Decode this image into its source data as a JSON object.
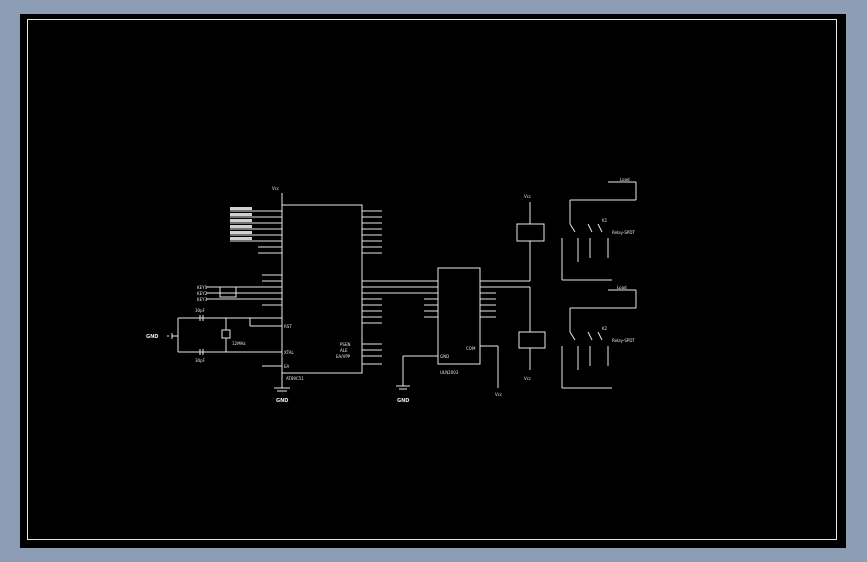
{
  "labels": {
    "vcc_mcu": "Vcc",
    "vcc_relay1": "Vcc",
    "vcc_relay2": "Vcc",
    "vcc_drv": "Vcc",
    "mcu_name": "AT89C51",
    "drv_name": "ULN2003",
    "drv_com": "COM",
    "drv_gnd": "GND",
    "relay1": "K1",
    "relay2": "K2",
    "relay1_model": "Relay-SPDT",
    "relay2_model": "Relay-SPDT",
    "load1": "Load",
    "load2": "Load",
    "gnd_mcu": "GND",
    "gnd_drv": "GND",
    "gnd_osc": "GND",
    "cap1": "30pF",
    "cap2": "30pF",
    "crystal": "12MHz",
    "rst_pin": "RST",
    "ea_pin": "EA",
    "xtal_pin": "XTAL",
    "psen": "PSEN",
    "ale": "ALE",
    "ea_vpp": "EA/VPP",
    "key_a": "KEY1",
    "key_b": "KEY2",
    "key_c": "KEY3"
  }
}
